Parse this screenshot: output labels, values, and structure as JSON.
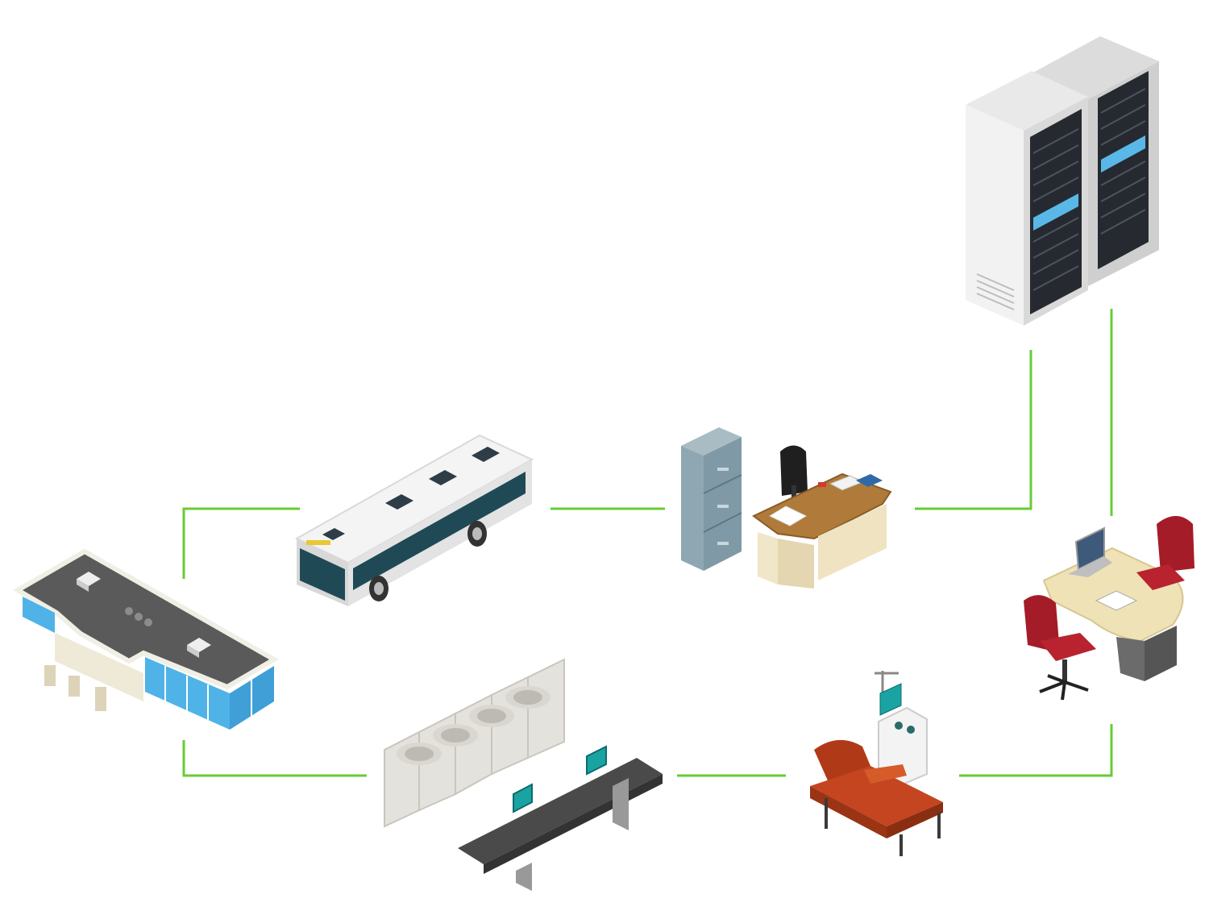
{
  "diagram": {
    "type": "network-topology",
    "style": "isometric-illustration",
    "colors": {
      "link": "#66cc33",
      "background": "#ffffff",
      "roof": "#5a5a5a",
      "glass": "#4fb3e8",
      "desk_wood": "#b07a3a",
      "chair_red": "#a41c28",
      "recliner": "#c4451f",
      "cabinet": "#7f9aa6",
      "rack": "#e6e6e6",
      "screen": "#1aa3a3"
    },
    "nodes": [
      {
        "id": "data-center",
        "icon": "server-rack-icon"
      },
      {
        "id": "building",
        "icon": "building-icon"
      },
      {
        "id": "bus",
        "icon": "bus-icon"
      },
      {
        "id": "office-desk",
        "icon": "office-desk-icon"
      },
      {
        "id": "consultation-desk",
        "icon": "consultation-desk-icon"
      },
      {
        "id": "control-room",
        "icon": "control-room-icon"
      },
      {
        "id": "patient-chair",
        "icon": "patient-chair-icon"
      }
    ],
    "links": [
      {
        "from": "building",
        "to": "bus"
      },
      {
        "from": "bus",
        "to": "office-desk"
      },
      {
        "from": "office-desk",
        "to": "data-center"
      },
      {
        "from": "data-center",
        "to": "consultation-desk"
      },
      {
        "from": "building",
        "to": "control-room"
      },
      {
        "from": "control-room",
        "to": "patient-chair"
      },
      {
        "from": "patient-chair",
        "to": "consultation-desk"
      }
    ]
  }
}
